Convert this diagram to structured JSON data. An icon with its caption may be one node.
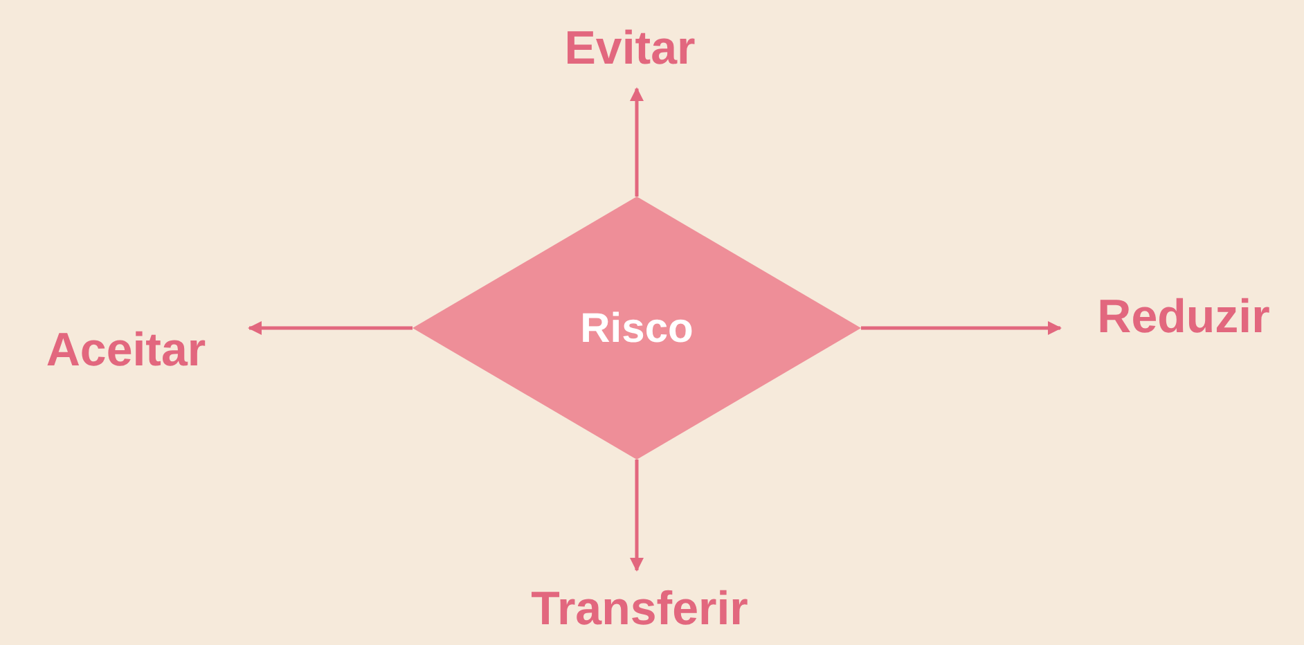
{
  "diagram": {
    "nodes": [
      {
        "text": [
          "Risco"
        ]
      },
      {
        "text": [
          "Evitar"
        ]
      },
      {
        "text": [
          "Reduzir"
        ]
      },
      {
        "text": [
          "Aceitar"
        ]
      },
      {
        "text": [
          "Transferir"
        ]
      }
    ],
    "edges": [
      {
        "from": 0,
        "to": 1,
        "arrow": "to"
      },
      {
        "from": 0,
        "to": 2,
        "arrow": "to"
      },
      {
        "from": 0,
        "to": 3,
        "arrow": "to"
      },
      {
        "from": 0,
        "to": 4,
        "arrow": "to"
      }
    ]
  }
}
